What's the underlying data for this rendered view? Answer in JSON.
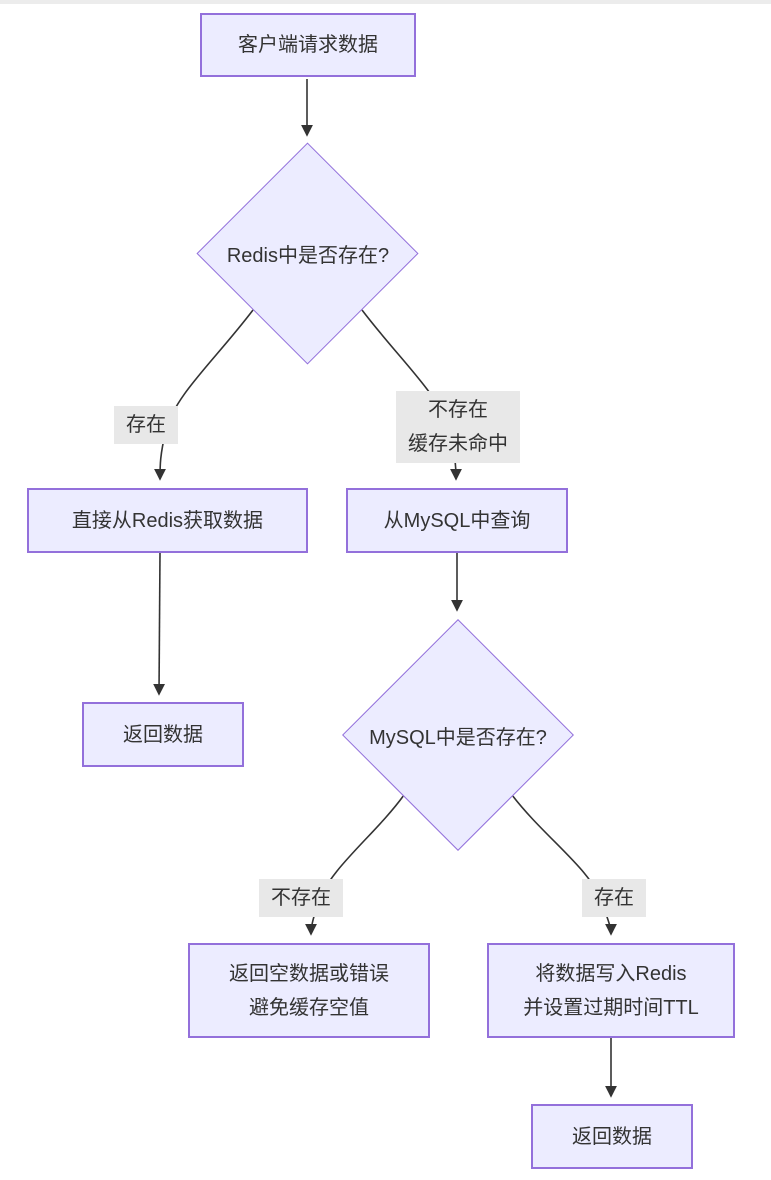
{
  "diagram": {
    "title": "Redis cache lookup flowchart",
    "nodes": {
      "client_request": {
        "label": "客户端请求数据"
      },
      "redis_check": {
        "label": "Redis中是否存在?"
      },
      "redis_get": {
        "label": "直接从Redis获取数据"
      },
      "mysql_query": {
        "label": "从MySQL中查询"
      },
      "return_data_left": {
        "label": "返回数据"
      },
      "mysql_check": {
        "label": "MySQL中是否存在?"
      },
      "return_empty": {
        "label": "返回空数据或错误\n避免缓存空值"
      },
      "write_redis": {
        "label": "将数据写入Redis\n并设置过期时间TTL"
      },
      "return_data_right": {
        "label": "返回数据"
      }
    },
    "edge_labels": {
      "redis_hit": "存在",
      "redis_miss": "不存在\n缓存未命中",
      "mysql_miss": "不存在",
      "mysql_hit": "存在"
    }
  },
  "theme": {
    "node_fill": "#ECECFF",
    "node_border": "#9370DB",
    "edge_color": "#333333",
    "edge_label_bg": "#e8e8e8",
    "text_color": "#333333",
    "canvas_bg": "#ffffff",
    "top_strip": "#ececec"
  }
}
